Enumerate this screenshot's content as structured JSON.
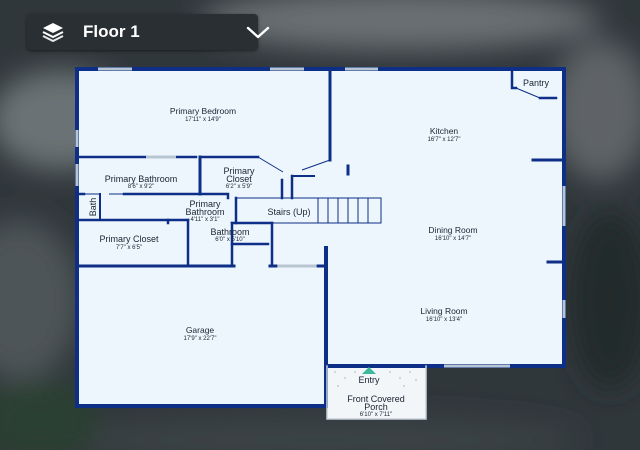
{
  "floor_selector": {
    "label": "Floor 1",
    "icon": "layers-icon",
    "toggle_icon": "chevron-down-icon"
  },
  "colors": {
    "wall": "#0d2f88",
    "room_fill": "#eef6fd",
    "entry_marker": "#3cb89c",
    "selector_bg": "#2a2f33"
  },
  "rooms": {
    "primary_bedroom": {
      "name": "Primary Bedroom",
      "dims": "17'11\" x 14'9\""
    },
    "kitchen": {
      "name": "Kitchen",
      "dims": "16'7\" x 12'7\""
    },
    "pantry": {
      "name": "Pantry"
    },
    "primary_bathroom": {
      "name": "Primary Bathroom",
      "dims": "8'6\" x 9'2\""
    },
    "primary_closet_upper": {
      "name1": "Primary",
      "name2": "Closet",
      "dims": "6'2\" x 5'9\""
    },
    "bath": {
      "name": "Bath"
    },
    "primary_bathroom_small": {
      "name1": "Primary",
      "name2": "Bathroom",
      "dims": "4'11\" x 3'1\""
    },
    "stairs": {
      "name": "Stairs (Up)"
    },
    "dining_room": {
      "name": "Dining Room",
      "dims": "16'10\" x 14'7\""
    },
    "primary_closet_lower": {
      "name": "Primary Closet",
      "dims": "7'7\" x 6'5\""
    },
    "bathroom": {
      "name": "Bathroom",
      "dims": "6'0\" x 5'10\""
    },
    "living_room": {
      "name": "Living Room",
      "dims": "16'10\" x 13'4\""
    },
    "garage": {
      "name": "Garage",
      "dims": "17'9\" x 22'7\""
    },
    "entry": {
      "name": "Entry"
    },
    "front_porch": {
      "name1": "Front Covered",
      "name2": "Porch",
      "dims": "6'10\" x 7'11\""
    }
  }
}
